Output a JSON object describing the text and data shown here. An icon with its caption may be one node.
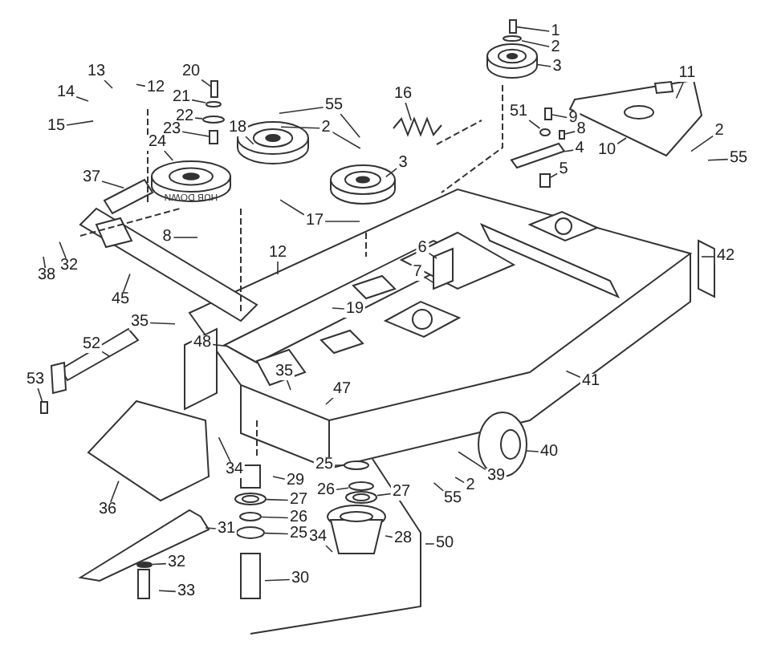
{
  "diagram": {
    "nodes": [
      {
        "text": [
          "1"
        ]
      },
      {
        "text": [
          "2"
        ]
      },
      {
        "text": [
          "3"
        ]
      },
      {
        "text": [
          "11"
        ]
      },
      {
        "text": [
          "20"
        ]
      },
      {
        "text": [
          "13"
        ]
      },
      {
        "text": [
          "12"
        ]
      },
      {
        "text": [
          "55"
        ]
      },
      {
        "text": [
          "16"
        ]
      },
      {
        "text": [
          "14"
        ]
      },
      {
        "text": [
          "21"
        ]
      },
      {
        "text": [
          "2"
        ]
      },
      {
        "text": [
          "9"
        ]
      },
      {
        "text": [
          "51"
        ]
      },
      {
        "text": [
          "22"
        ]
      },
      {
        "text": [
          "15"
        ]
      },
      {
        "text": [
          "18"
        ]
      },
      {
        "text": [
          "23"
        ]
      },
      {
        "text": [
          "8"
        ]
      },
      {
        "text": [
          "2"
        ]
      },
      {
        "text": [
          "10"
        ]
      },
      {
        "text": [
          "24"
        ]
      },
      {
        "text": [
          "4"
        ]
      },
      {
        "text": [
          "55"
        ]
      },
      {
        "text": [
          "3"
        ]
      },
      {
        "text": [
          "5"
        ]
      },
      {
        "text": [
          "37"
        ]
      },
      {
        "text": [
          "17"
        ]
      },
      {
        "text": [
          "8"
        ]
      },
      {
        "text": [
          "6"
        ]
      },
      {
        "text": [
          "42"
        ]
      },
      {
        "text": [
          "12"
        ]
      },
      {
        "text": [
          "7"
        ]
      },
      {
        "text": [
          "32"
        ]
      },
      {
        "text": [
          "38"
        ]
      },
      {
        "text": [
          "45"
        ]
      },
      {
        "text": [
          "19"
        ]
      },
      {
        "text": [
          "35"
        ]
      },
      {
        "text": [
          "48"
        ]
      },
      {
        "text": [
          "52"
        ]
      },
      {
        "text": [
          "35"
        ]
      },
      {
        "text": [
          "53"
        ]
      },
      {
        "text": [
          "41"
        ]
      },
      {
        "text": [
          "47"
        ]
      },
      {
        "text": [
          "40"
        ]
      },
      {
        "text": [
          "25"
        ]
      },
      {
        "text": [
          "39"
        ]
      },
      {
        "text": [
          "29"
        ]
      },
      {
        "text": [
          "26"
        ]
      },
      {
        "text": [
          "2"
        ]
      },
      {
        "text": [
          "27"
        ]
      },
      {
        "text": [
          "55"
        ]
      },
      {
        "text": [
          "27"
        ]
      },
      {
        "text": [
          "26"
        ]
      },
      {
        "text": [
          "34"
        ]
      },
      {
        "text": [
          "36"
        ]
      },
      {
        "text": [
          "25"
        ]
      },
      {
        "text": [
          "34"
        ]
      },
      {
        "text": [
          "28"
        ]
      },
      {
        "text": [
          "50"
        ]
      },
      {
        "text": [
          "31"
        ]
      },
      {
        "text": [
          "32"
        ]
      },
      {
        "text": [
          "30"
        ]
      },
      {
        "text": [
          "33"
        ]
      },
      {
        "text": [],
        "shape": "circle"
      },
      {
        "text": [],
        "shape": "picture"
      },
      {
        "text": [],
        "shape": "circle"
      },
      {
        "text": [],
        "shape": "circle"
      },
      {
        "text": [],
        "shape": "box"
      },
      {
        "text": [
          "HUB DOWN"
        ]
      },
      {
        "text": [],
        "shape": "box"
      },
      {
        "text": [],
        "shape": "box"
      },
      {
        "text": [],
        "shape": "circle"
      },
      {
        "text": [],
        "shape": "circle"
      },
      {
        "text": [],
        "shape": "picture"
      },
      {
        "text": [],
        "shape": "picture"
      },
      {
        "text": [],
        "shape": "circle"
      },
      {
        "text": [],
        "shape": "circle"
      },
      {
        "text": [],
        "shape": "circle"
      },
      {
        "text": [],
        "shape": "box"
      },
      {
        "text": [],
        "shape": "box"
      },
      {
        "text": [],
        "shape": "box"
      },
      {
        "text": [],
        "shape": "circle"
      },
      {
        "text": [],
        "shape": "picture"
      },
      {
        "text": [],
        "shape": "box"
      }
    ],
    "edges": [
      {
        "from": 0,
        "to": 79,
        "arrow": "none"
      },
      {
        "from": 1,
        "to": 64,
        "arrow": "none"
      },
      {
        "from": 2,
        "to": 65,
        "arrow": "none"
      },
      {
        "from": 3,
        "to": null,
        "arrow": "none"
      },
      {
        "from": 4,
        "to": 80,
        "arrow": "none"
      },
      {
        "from": 5,
        "to": null,
        "arrow": "none"
      },
      {
        "from": 6,
        "to": null,
        "arrow": "none"
      },
      {
        "from": 7,
        "to": null,
        "arrow": "none"
      },
      {
        "from": 7,
        "to": null,
        "arrow": "none"
      },
      {
        "from": 8,
        "to": null,
        "arrow": "none"
      },
      {
        "from": 9,
        "to": null,
        "arrow": "none"
      },
      {
        "from": 10,
        "to": 66,
        "arrow": "none"
      },
      {
        "from": 11,
        "to": null,
        "arrow": "none"
      },
      {
        "from": 11,
        "to": null,
        "arrow": "none"
      },
      {
        "from": 12,
        "to": 81,
        "arrow": "none"
      },
      {
        "from": 13,
        "to": 82,
        "arrow": "none"
      },
      {
        "from": 14,
        "to": 67,
        "arrow": "none"
      },
      {
        "from": 15,
        "to": null,
        "arrow": "none"
      },
      {
        "from": 16,
        "to": null,
        "arrow": "none"
      },
      {
        "from": 17,
        "to": 68,
        "arrow": "none"
      },
      {
        "from": 18,
        "to": 70,
        "arrow": "none"
      },
      {
        "from": 19,
        "to": null,
        "arrow": "none"
      },
      {
        "from": 20,
        "to": null,
        "arrow": "none"
      },
      {
        "from": 21,
        "to": 69,
        "arrow": "none"
      },
      {
        "from": 22,
        "to": 83,
        "arrow": "none"
      },
      {
        "from": 23,
        "to": null,
        "arrow": "none"
      },
      {
        "from": 24,
        "to": null,
        "arrow": "none"
      },
      {
        "from": 25,
        "to": 84,
        "arrow": "none"
      },
      {
        "from": 26,
        "to": null,
        "arrow": "none"
      },
      {
        "from": 27,
        "to": null,
        "arrow": "none"
      },
      {
        "from": 27,
        "to": null,
        "arrow": "none"
      },
      {
        "from": 28,
        "to": null,
        "arrow": "none"
      },
      {
        "from": 29,
        "to": null,
        "arrow": "none"
      },
      {
        "from": 30,
        "to": null,
        "arrow": "none"
      },
      {
        "from": 31,
        "to": null,
        "arrow": "none"
      },
      {
        "from": 32,
        "to": null,
        "arrow": "none"
      },
      {
        "from": 33,
        "to": null,
        "arrow": "none"
      },
      {
        "from": 34,
        "to": null,
        "arrow": "none"
      },
      {
        "from": 35,
        "to": null,
        "arrow": "none"
      },
      {
        "from": 36,
        "to": null,
        "arrow": "none"
      },
      {
        "from": 37,
        "to": null,
        "arrow": "none"
      },
      {
        "from": 38,
        "to": null,
        "arrow": "none"
      },
      {
        "from": 39,
        "to": null,
        "arrow": "none"
      },
      {
        "from": 40,
        "to": null,
        "arrow": "none"
      },
      {
        "from": 41,
        "to": 71,
        "arrow": "none"
      },
      {
        "from": 42,
        "to": null,
        "arrow": "none"
      },
      {
        "from": 43,
        "to": null,
        "arrow": "none"
      },
      {
        "from": 44,
        "to": null,
        "arrow": "none"
      },
      {
        "from": 45,
        "to": 72,
        "arrow": "none"
      },
      {
        "from": 46,
        "to": null,
        "arrow": "none"
      },
      {
        "from": 47,
        "to": null,
        "arrow": "none"
      },
      {
        "from": 48,
        "to": 73,
        "arrow": "none"
      },
      {
        "from": 49,
        "to": null,
        "arrow": "none"
      },
      {
        "from": 50,
        "to": 74,
        "arrow": "none"
      },
      {
        "from": 51,
        "to": null,
        "arrow": "none"
      },
      {
        "from": 52,
        "to": 75,
        "arrow": "none"
      },
      {
        "from": 53,
        "to": 76,
        "arrow": "none"
      },
      {
        "from": 54,
        "to": null,
        "arrow": "none"
      },
      {
        "from": 55,
        "to": null,
        "arrow": "none"
      },
      {
        "from": 56,
        "to": 77,
        "arrow": "none"
      },
      {
        "from": 57,
        "to": null,
        "arrow": "none"
      },
      {
        "from": 58,
        "to": null,
        "arrow": "none"
      },
      {
        "from": 59,
        "to": null,
        "arrow": "none"
      },
      {
        "from": 60,
        "to": null,
        "arrow": "none"
      },
      {
        "from": 61,
        "to": 78,
        "arrow": "none"
      },
      {
        "from": 62,
        "to": null,
        "arrow": "none"
      },
      {
        "from": 63,
        "to": null,
        "arrow": "none"
      }
    ]
  }
}
